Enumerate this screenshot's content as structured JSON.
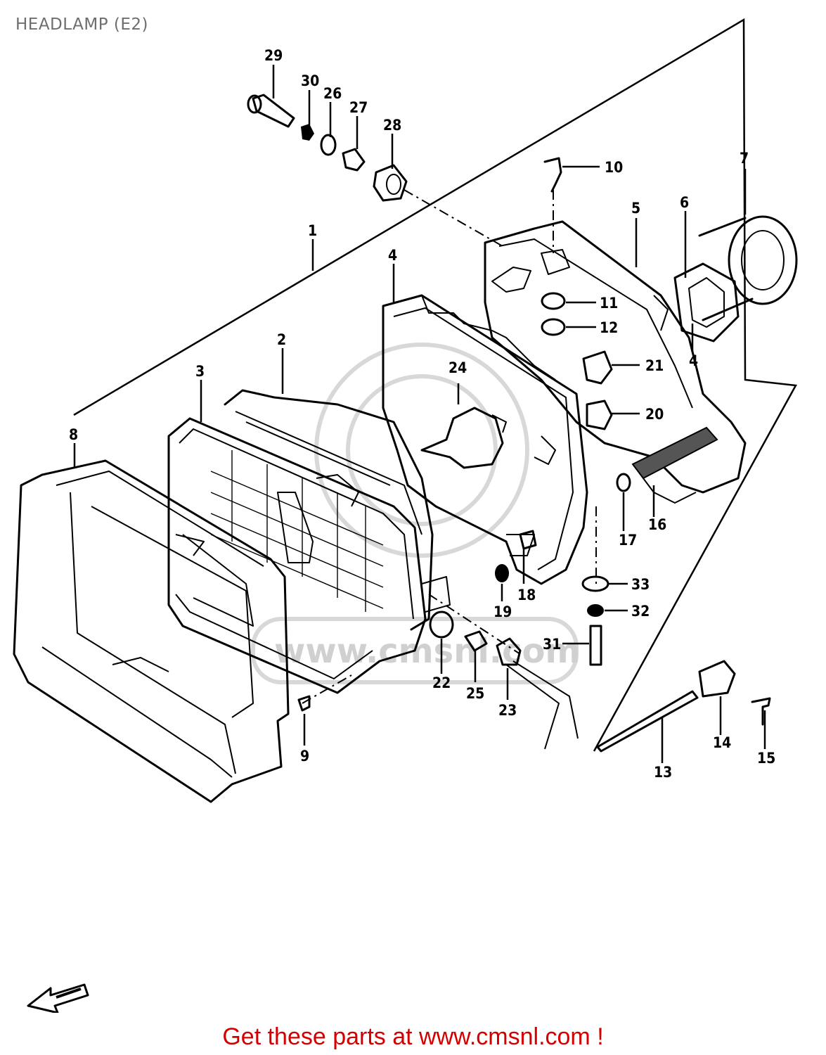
{
  "title": "HEADLAMP (E2)",
  "footer": "Get these parts at www.cmsnl.com !",
  "watermark": "www.cmsnl.com",
  "colors": {
    "footer": "#d40000",
    "title": "#6e6e6e"
  },
  "icons": {
    "front_arrow": "arrow-front-icon"
  },
  "labels": {
    "l1": "1",
    "l2": "2",
    "l3": "3",
    "l4a": "4",
    "l4b": "4",
    "l5": "5",
    "l6": "6",
    "l7": "7",
    "l8": "8",
    "l9": "9",
    "l10": "10",
    "l11": "11",
    "l12": "12",
    "l13": "13",
    "l14": "14",
    "l15": "15",
    "l16": "16",
    "l17": "17",
    "l18": "18",
    "l19": "19",
    "l20": "20",
    "l21": "21",
    "l22": "22",
    "l23": "23",
    "l24": "24",
    "l25": "25",
    "l26": "26",
    "l27": "27",
    "l28": "28",
    "l29": "29",
    "l30": "30",
    "l31": "31",
    "l32": "32",
    "l33": "33"
  }
}
